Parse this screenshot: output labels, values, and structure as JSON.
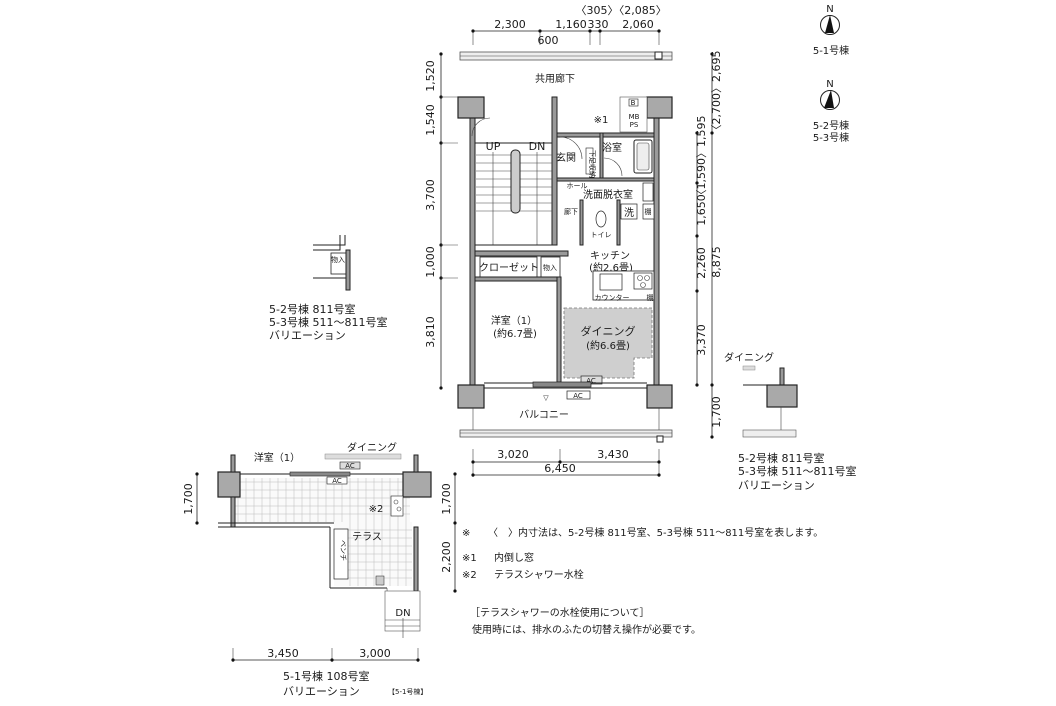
{
  "top_dims": {
    "d1": "2,300",
    "d2": "1,160",
    "d3": "330",
    "d4": "2,060",
    "d5": "600",
    "d3_alt": "〈305〉",
    "d4_alt": "〈2,085〉"
  },
  "left_dims": [
    "1,520",
    "1,540",
    "3,700",
    "1,000",
    "3,810"
  ],
  "right_dims_inner": [
    "〈1,590〉1,595",
    "1,650",
    "2,260",
    "3,370"
  ],
  "right_dims_outer": [
    "〈2,700〉2,695",
    "8,875",
    "1,700"
  ],
  "bottom_dims": {
    "a": "3,020",
    "b": "3,430",
    "total": "6,450"
  },
  "rooms": {
    "corridor": "共用廊下",
    "up": "UP",
    "dn": "DN",
    "note1": "※1",
    "b": "B",
    "mbps1": "MB",
    "mbps2": "PS",
    "entrance": "玄関",
    "shoes": "下足収納",
    "bath": "浴室",
    "hall": "ホール",
    "washroom": "洗面脱衣室",
    "hallway": "廊下",
    "wash": "洗",
    "shelf": "棚",
    "toilet": "トイレ",
    "kitchen": "キッチン",
    "kitchen_size": "(約2.6畳)",
    "counter": "カウンター",
    "shelf2": "棚",
    "closet": "クローゼット",
    "storage": "物入",
    "western": "洋室（1）",
    "western_size": "(約6.7畳)",
    "dining": "ダイニング",
    "dining_size": "(約6.6畳)",
    "ac1": "AC",
    "ac2": "AC",
    "balcony": "バルコニー"
  },
  "compass": [
    {
      "n": "N",
      "label": "5-1号棟"
    },
    {
      "n": "N",
      "label": "5-2号棟",
      "label2": "5-3号棟"
    }
  ],
  "variation_mid": {
    "storage": "物入",
    "l1": "5-2号棟 811号室",
    "l2": "5-3号棟 511〜811号室",
    "l3": "バリエーション"
  },
  "variation_right": {
    "dining": "ダイニング",
    "l1": "5-2号棟 811号室",
    "l2": "5-3号棟 511〜811号室",
    "l3": "バリエーション"
  },
  "terrace": {
    "western": "洋室（1）",
    "dining": "ダイニング",
    "ac1": "AC",
    "ac2": "AC",
    "note2": "※2",
    "terrace": "テラス",
    "bench": "ベンチ",
    "dn": "DN",
    "dim_left": "1,700",
    "dim_right1": "1,700",
    "dim_right2": "2,200",
    "dim_b1": "3,450",
    "dim_b2": "3,000",
    "l1": "5-1号棟 108号室",
    "l2": "バリエーション",
    "tag": "【5-1号棟】"
  },
  "notes": {
    "n0_mark": "※",
    "n0": "〈　〉内寸法は、5-2号棟 811号室、5-3号棟 511〜811号室を表します。",
    "n1_mark": "※1",
    "n1": "内倒し窓",
    "n2_mark": "※2",
    "n2": "テラスシャワー水栓",
    "shower_title": "［テラスシャワーの水栓使用について］",
    "shower_body": "使用時には、排水のふたの切替え操作が必要です。"
  }
}
